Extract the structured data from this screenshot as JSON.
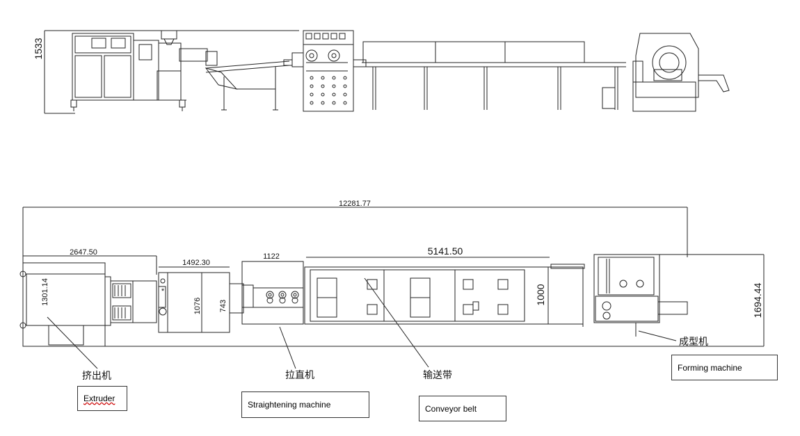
{
  "side_view": {
    "height_dim": "1533"
  },
  "top_view": {
    "total_length": "12281.77",
    "extruder_length": "2647.50",
    "extruder_width": "1301.14",
    "straightener_length": "1492.30",
    "straightener_width_a": "1076",
    "straightener_width_b": "743",
    "puller_length": "1122",
    "conveyor_length": "5141.50",
    "conveyor_width": "1000",
    "overall_width": "1694.44"
  },
  "labels_cn": {
    "extruder": "挤出机",
    "straightener": "拉直机",
    "conveyor": "输送带",
    "forming": "成型机"
  },
  "labels_en": {
    "extruder": "Extruder",
    "straightener": "Straightening machine",
    "conveyor": "Conveyor belt",
    "forming": "Forming machine"
  }
}
